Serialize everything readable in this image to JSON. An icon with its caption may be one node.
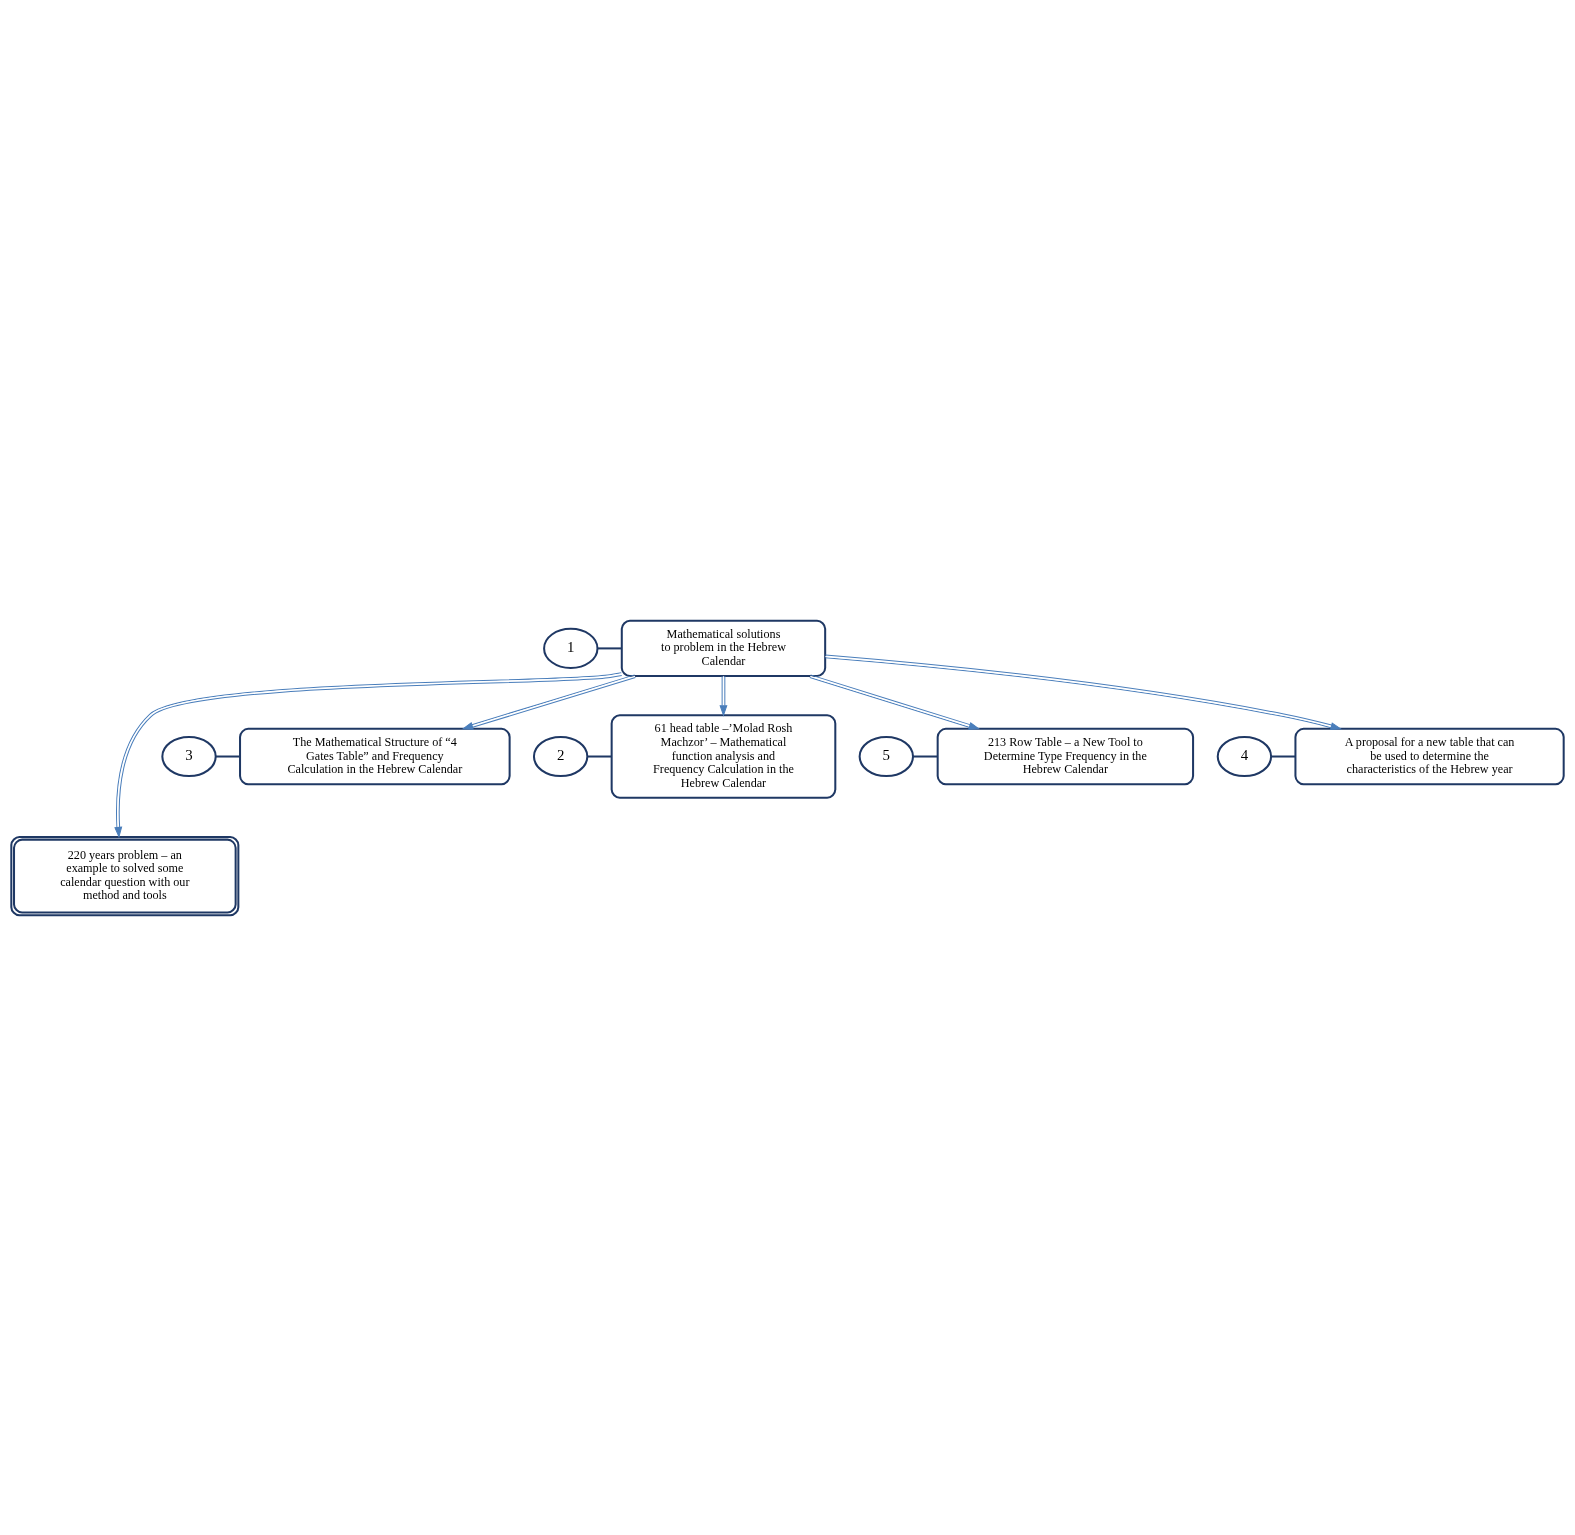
{
  "diagram": {
    "nodes": [
      {
        "text": [
          "Mathematical solutions to problem in the Hebrew Calendar"
        ]
      },
      {
        "text": [
          "The Mathematical Structure of “4 Gates Table” and Frequency Calculation in the Hebrew Calendar"
        ]
      },
      {
        "text": [
          "61 head table –’Molad Rosh Machzor’ – Mathematical function analysis and Frequency Calculation in the Hebrew Calendar"
        ]
      },
      {
        "text": [
          "213 Row Table – a New Tool to Determine Type Frequency in the Hebrew Calendar"
        ]
      },
      {
        "text": [
          "A proposal for a new table that can be used to determine the characteristics of the Hebrew year"
        ]
      },
      {
        "text": [
          "220 years problem – an example to solved some calendar question with our method and tools"
        ]
      },
      {
        "text": [
          "1"
        ]
      },
      {
        "text": [
          "3"
        ]
      },
      {
        "text": [
          "2"
        ]
      },
      {
        "text": [
          "4"
        ]
      },
      {
        "text": [
          "5"
        ]
      }
    ],
    "edges": [
      {
        "from": 0,
        "to": 1,
        "arrow": "to"
      },
      {
        "from": 0,
        "to": 2,
        "arrow": "to"
      },
      {
        "from": 0,
        "to": 3,
        "arrow": "to"
      },
      {
        "from": 0,
        "to": 4,
        "arrow": "to"
      },
      {
        "from": 0,
        "to": 5,
        "arrow": "to"
      },
      {
        "from": 6,
        "to": 0,
        "arrow": "none",
        "color": "#1f3864"
      },
      {
        "from": 7,
        "to": 1,
        "arrow": "none",
        "color": "#1f3864"
      },
      {
        "from": 8,
        "to": 2,
        "arrow": "none",
        "color": "#1f3864"
      },
      {
        "from": 9,
        "to": 4,
        "arrow": "none",
        "color": "#1f3864"
      },
      {
        "from": 10,
        "to": 3,
        "arrow": "none",
        "color": "#1f3864"
      }
    ]
  }
}
